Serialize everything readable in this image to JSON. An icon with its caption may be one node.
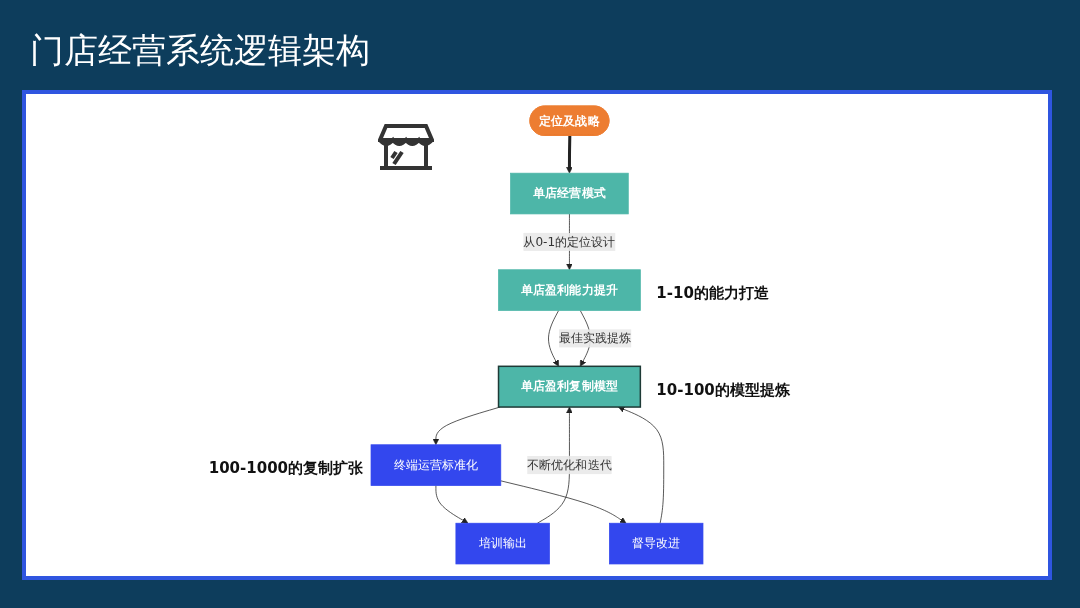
{
  "diagram": {
    "title": "门店经营系统逻辑架构",
    "nodes": [
      {
        "text": [
          "定位及战略"
        ]
      },
      {
        "text": [
          "单店经营模式"
        ]
      },
      {
        "text": [
          "单店盈利能力提升"
        ],
        "beside": [
          "1-10的能力打造"
        ]
      },
      {
        "text": [
          "单店盈利复制模型"
        ],
        "beside": [
          "10-100的模型提炼"
        ]
      },
      {
        "text": [
          "终端运营标准化"
        ],
        "beside": [
          "100-1000的复制扩张"
        ]
      },
      {
        "text": [
          "培训输出"
        ]
      },
      {
        "text": [
          "督导改进"
        ]
      }
    ],
    "edges": [
      {
        "from": 0,
        "to": 1,
        "arrow": "to",
        "style": "thick"
      },
      {
        "from": 1,
        "to": 2,
        "arrow": "to",
        "label": "从0-1的定位设计"
      },
      {
        "from": 2,
        "to": 3,
        "arrow": "to"
      },
      {
        "from": 2,
        "to": 3,
        "arrow": "to",
        "label": "最佳实践提炼"
      },
      {
        "from": 3,
        "to": 4,
        "arrow": "to"
      },
      {
        "from": 4,
        "to": 5,
        "arrow": "to"
      },
      {
        "from": 4,
        "to": 6,
        "arrow": "to"
      },
      {
        "from": 5,
        "to": 3,
        "arrow": "to",
        "label": "不断优化和迭代"
      },
      {
        "from": 6,
        "to": 3,
        "arrow": "to"
      }
    ]
  }
}
